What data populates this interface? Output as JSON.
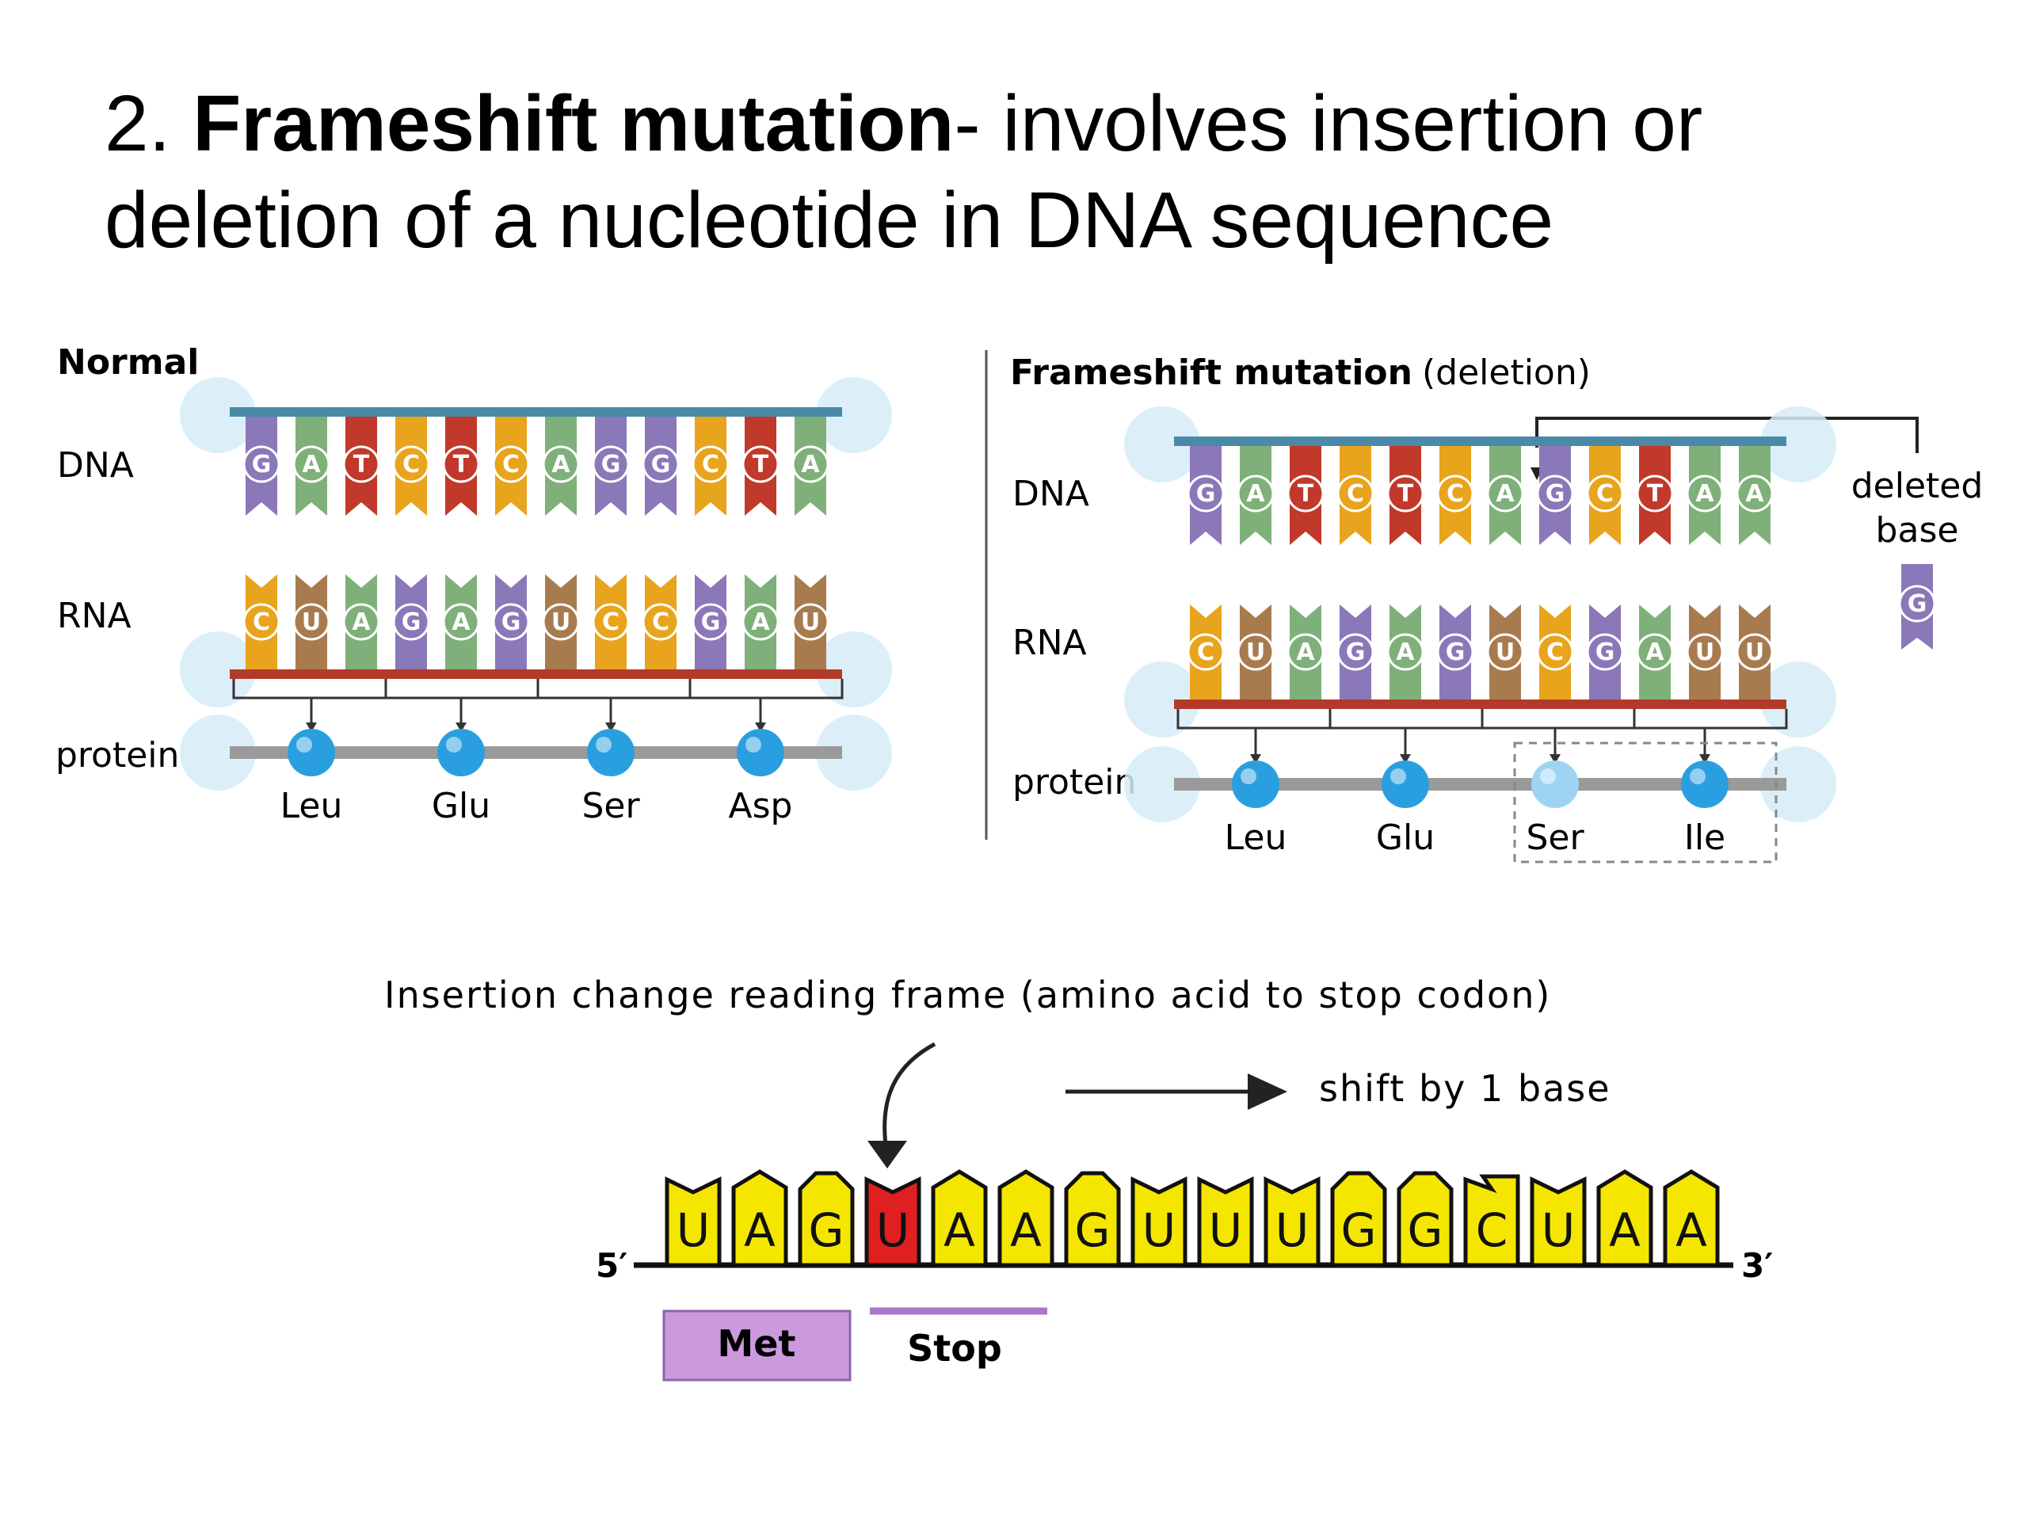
{
  "title": {
    "number": "2.",
    "term": "Frameshift mutation",
    "definition": "- involves insertion or deletion of a nucleotide in DNA sequence"
  },
  "normal_panel": {
    "heading": "Normal",
    "dna_label": "DNA",
    "rna_label": "RNA",
    "protein_label": "protein",
    "dna_bases": [
      "G",
      "A",
      "T",
      "C",
      "T",
      "C",
      "A",
      "G",
      "G",
      "C",
      "T",
      "A"
    ],
    "rna_bases": [
      "C",
      "U",
      "A",
      "G",
      "A",
      "G",
      "U",
      "C",
      "C",
      "G",
      "A",
      "U"
    ],
    "amino_acids": [
      "Leu",
      "Glu",
      "Ser",
      "Asp"
    ]
  },
  "deletion_panel": {
    "heading": "Frameshift mutation",
    "heading_note": "(deletion)",
    "dna_label": "DNA",
    "rna_label": "RNA",
    "protein_label": "protein",
    "dna_bases": [
      "G",
      "A",
      "T",
      "C",
      "T",
      "C",
      "A",
      "G",
      "C",
      "T",
      "A",
      "A"
    ],
    "rna_bases": [
      "C",
      "U",
      "A",
      "G",
      "A",
      "G",
      "U",
      "C",
      "G",
      "A",
      "U",
      "U"
    ],
    "amino_acids": [
      "Leu",
      "Glu",
      "Ser",
      "Ile"
    ],
    "deleted_base_label_line1": "deleted",
    "deleted_base_label_line2": "base",
    "deleted_base": "G"
  },
  "insertion_panel": {
    "caption": "Insertion change reading frame (amino acid to stop codon)",
    "shift_label": "shift by 1 base",
    "five_prime": "5′",
    "three_prime": "3′",
    "bases": [
      "U",
      "A",
      "G",
      "U",
      "A",
      "A",
      "G",
      "U",
      "U",
      "U",
      "G",
      "G",
      "C",
      "U",
      "A",
      "A"
    ],
    "inserted_index": 3,
    "codon_met": "Met",
    "codon_stop": "Stop"
  },
  "colors": {
    "G": "#8a78b8",
    "A": "#7fb07a",
    "T": "#c0392b",
    "C": "#e8a41c",
    "U": "#a87b4f",
    "dna_backbone": "#4a8aa8",
    "rna_backbone": "#b33a2a",
    "protein_chain": "#9a9a9a",
    "amino_ball": "#2a9fe0",
    "insertion_base": "#f5e600",
    "inserted_base": "#e02020",
    "met_box": "#cc99dd",
    "stop_line": "#aa77cc"
  }
}
